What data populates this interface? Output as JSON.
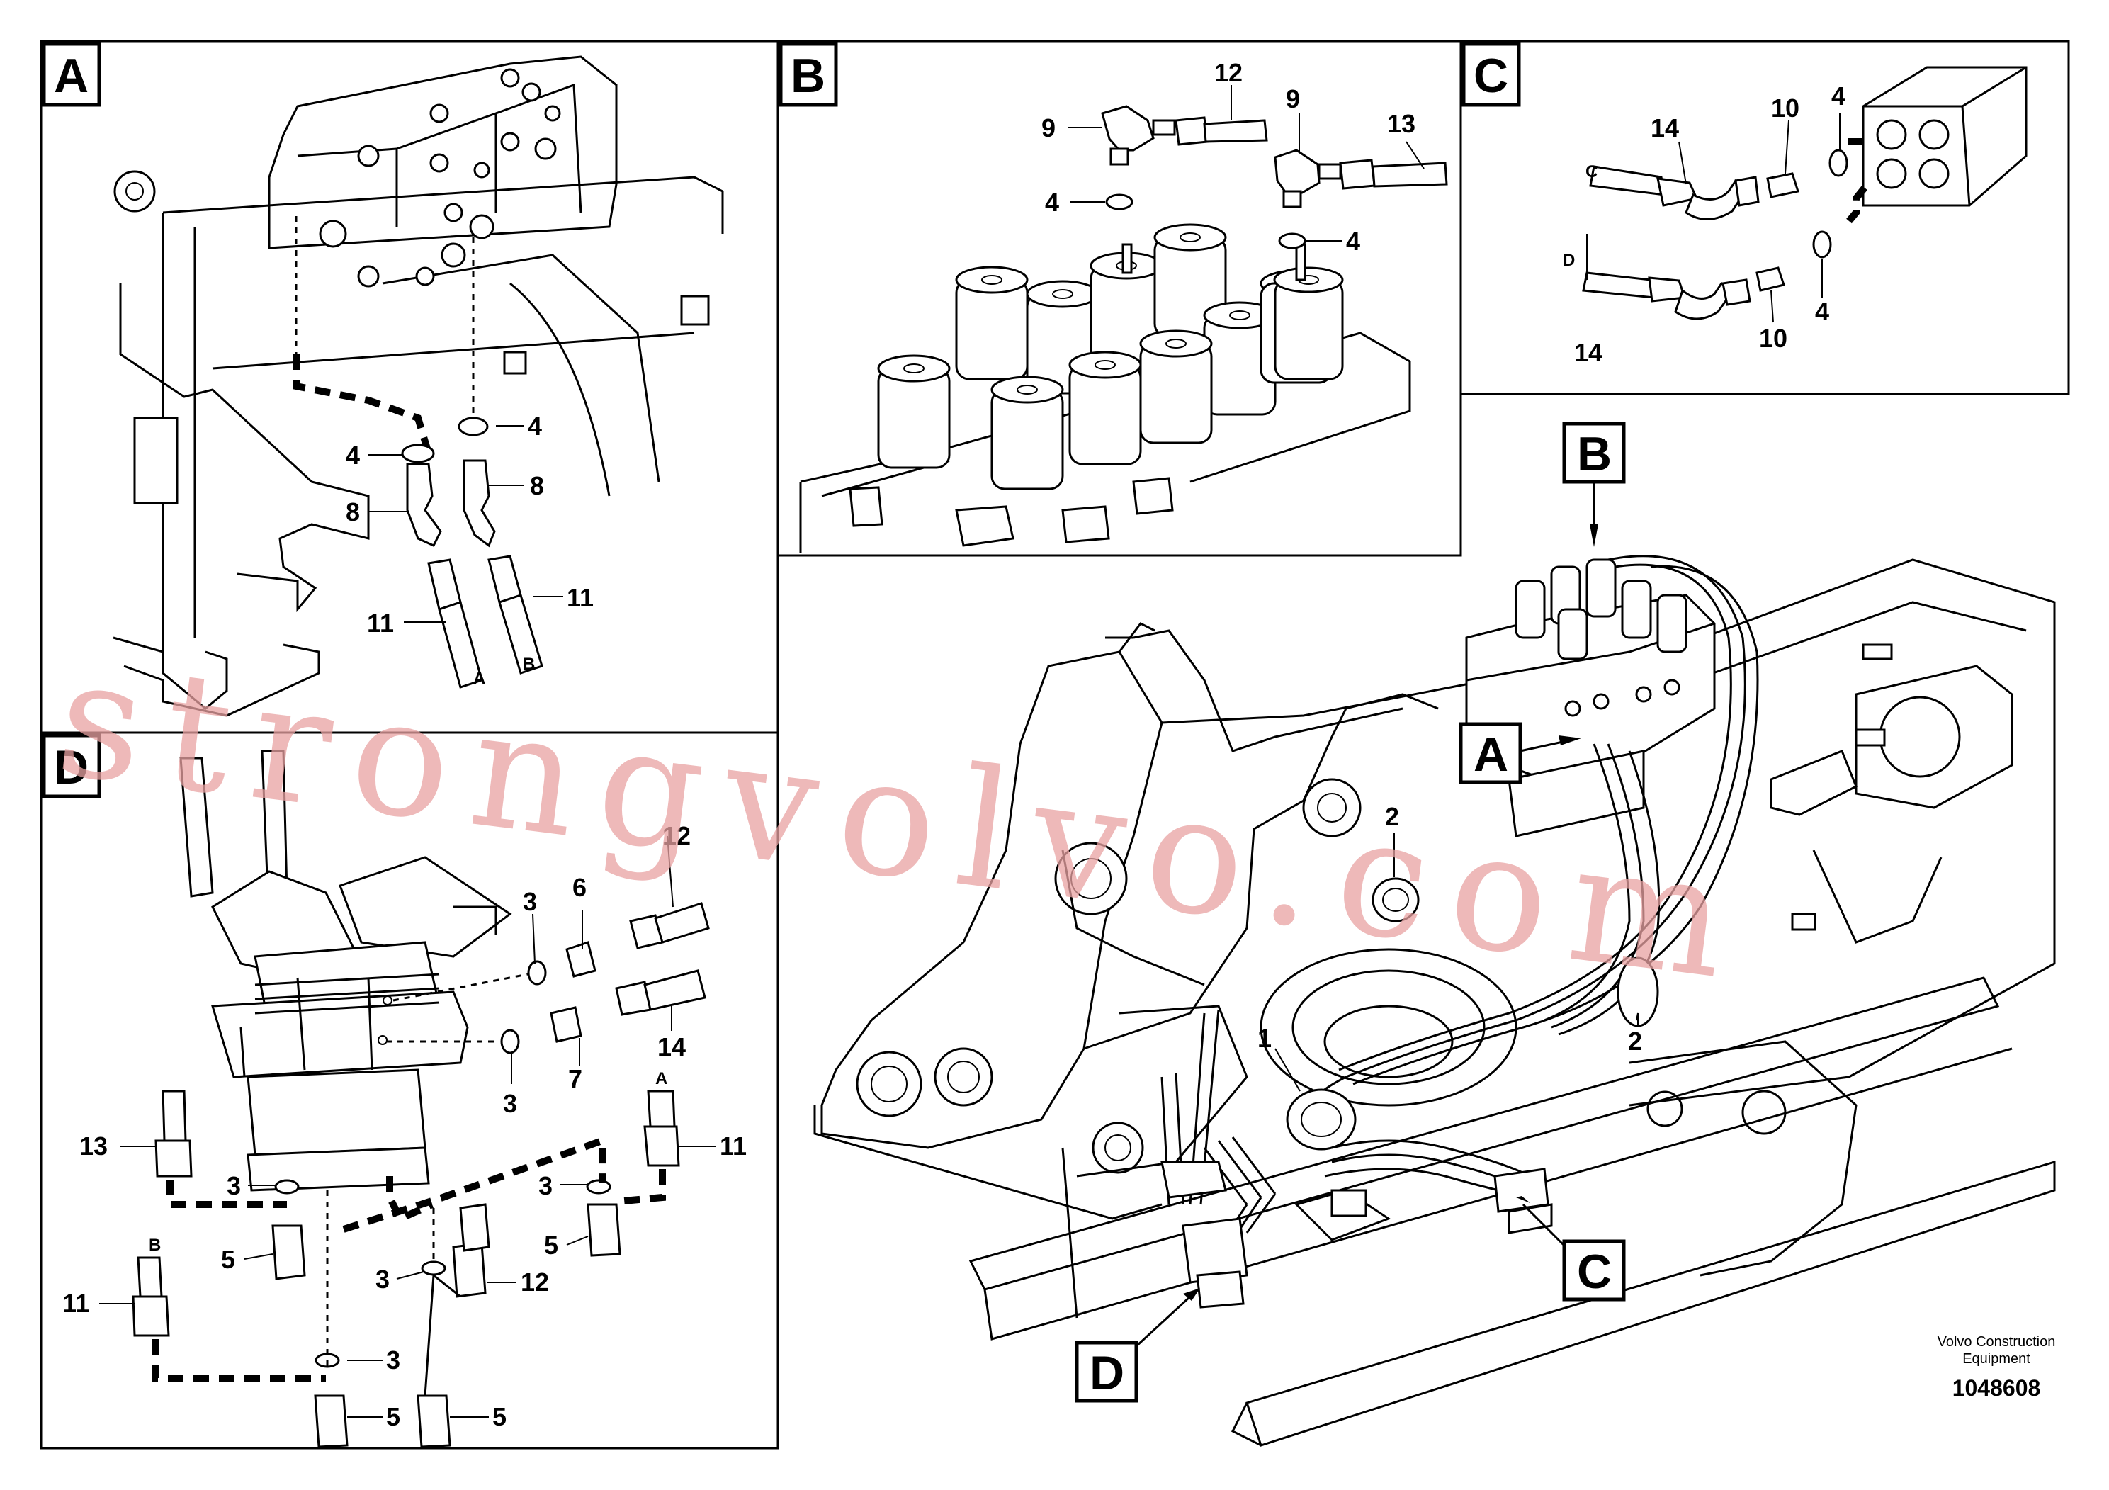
{
  "panels": {
    "A": {
      "letter": "A",
      "labels": {
        "c4a": "4",
        "c4b": "4",
        "c8a": "8",
        "c8b": "8",
        "c11a": "11",
        "c11b": "11",
        "endA": "A",
        "endB": "B"
      }
    },
    "B": {
      "letter": "B",
      "labels": {
        "c9a": "9",
        "c9b": "9",
        "c12": "12",
        "c13": "13",
        "c4a": "4",
        "c4b": "4"
      }
    },
    "C": {
      "letter": "C",
      "labels": {
        "c14a": "14",
        "c14b": "14",
        "c10a": "10",
        "c10b": "10",
        "c4a": "4",
        "c4b": "4",
        "endC": "C",
        "endD": "D"
      }
    },
    "D": {
      "letter": "D",
      "labels": {
        "c12top": "12",
        "c6": "6",
        "c3a": "3",
        "c3b": "3",
        "c14": "14",
        "c7": "7",
        "c13": "13",
        "c11a": "11",
        "endA": "A",
        "c3c": "3",
        "c3d": "3",
        "c5a": "5",
        "c5b": "5",
        "endB": "B",
        "c11b": "11",
        "c3e": "3",
        "c12": "12",
        "c3f": "3",
        "c5c": "5",
        "c5d": "5"
      }
    }
  },
  "overview": {
    "callouts": {
      "B": "B",
      "A": "A",
      "C": "C",
      "D": "D"
    },
    "labels": {
      "c1": "1",
      "c2a": "2",
      "c2b": "2"
    }
  },
  "footer": {
    "brand_line1": "Volvo Construction",
    "brand_line2": "Equipment",
    "doc_number": "1048608"
  },
  "watermark": "strongvolvo.com"
}
